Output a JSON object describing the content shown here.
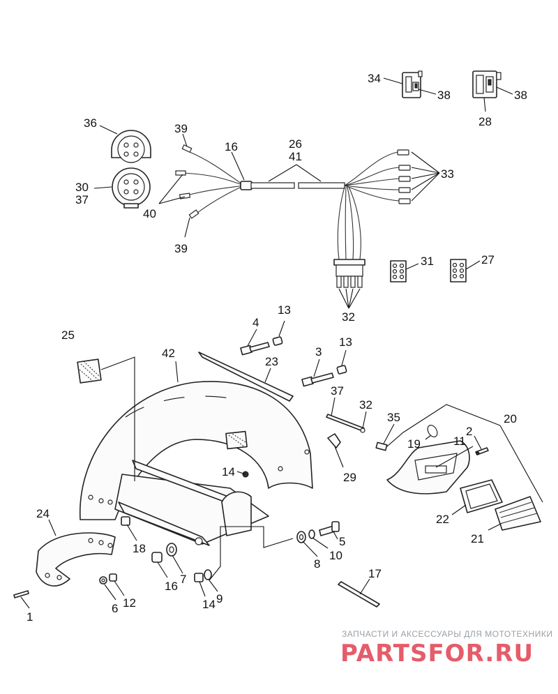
{
  "callouts": [
    {
      "id": "c-34",
      "text": "34"
    },
    {
      "id": "c-38a",
      "text": "38"
    },
    {
      "id": "c-38b",
      "text": "38"
    },
    {
      "id": "c-28",
      "text": "28"
    },
    {
      "id": "c-36",
      "text": "36"
    },
    {
      "id": "c-39a",
      "text": "39"
    },
    {
      "id": "c-16a",
      "text": "16"
    },
    {
      "id": "c-26",
      "text": "26"
    },
    {
      "id": "c-41",
      "text": "41"
    },
    {
      "id": "c-33",
      "text": "33"
    },
    {
      "id": "c-30",
      "text": "30"
    },
    {
      "id": "c-37a",
      "text": "37"
    },
    {
      "id": "c-40",
      "text": "40"
    },
    {
      "id": "c-39b",
      "text": "39"
    },
    {
      "id": "c-31",
      "text": "31"
    },
    {
      "id": "c-27",
      "text": "27"
    },
    {
      "id": "c-32a",
      "text": "32"
    },
    {
      "id": "c-4",
      "text": "4"
    },
    {
      "id": "c-13a",
      "text": "13"
    },
    {
      "id": "c-25",
      "text": "25"
    },
    {
      "id": "c-42",
      "text": "42"
    },
    {
      "id": "c-3",
      "text": "3"
    },
    {
      "id": "c-13b",
      "text": "13"
    },
    {
      "id": "c-23",
      "text": "23"
    },
    {
      "id": "c-37b",
      "text": "37"
    },
    {
      "id": "c-32b",
      "text": "32"
    },
    {
      "id": "c-35",
      "text": "35"
    },
    {
      "id": "c-2",
      "text": "2"
    },
    {
      "id": "c-20",
      "text": "20"
    },
    {
      "id": "c-19",
      "text": "19"
    },
    {
      "id": "c-11",
      "text": "11"
    },
    {
      "id": "c-14a",
      "text": "14"
    },
    {
      "id": "c-29",
      "text": "29"
    },
    {
      "id": "c-24",
      "text": "24"
    },
    {
      "id": "c-18",
      "text": "18"
    },
    {
      "id": "c-5",
      "text": "5"
    },
    {
      "id": "c-22",
      "text": "22"
    },
    {
      "id": "c-8",
      "text": "8"
    },
    {
      "id": "c-10",
      "text": "10"
    },
    {
      "id": "c-21",
      "text": "21"
    },
    {
      "id": "c-7",
      "text": "7"
    },
    {
      "id": "c-16b",
      "text": "16"
    },
    {
      "id": "c-17",
      "text": "17"
    },
    {
      "id": "c-9",
      "text": "9"
    },
    {
      "id": "c-14b",
      "text": "14"
    },
    {
      "id": "c-12",
      "text": "12"
    },
    {
      "id": "c-6",
      "text": "6"
    },
    {
      "id": "c-1",
      "text": "1"
    }
  ],
  "watermark": {
    "subtitle": "ЗАПЧАСТИ И АКСЕССУАРЫ ДЛЯ МОТОТЕХНИКИ",
    "logo": "PARTSFOR.RU",
    "colors": {
      "primary": "#e04050",
      "secondary": "#c0c4c8"
    }
  }
}
